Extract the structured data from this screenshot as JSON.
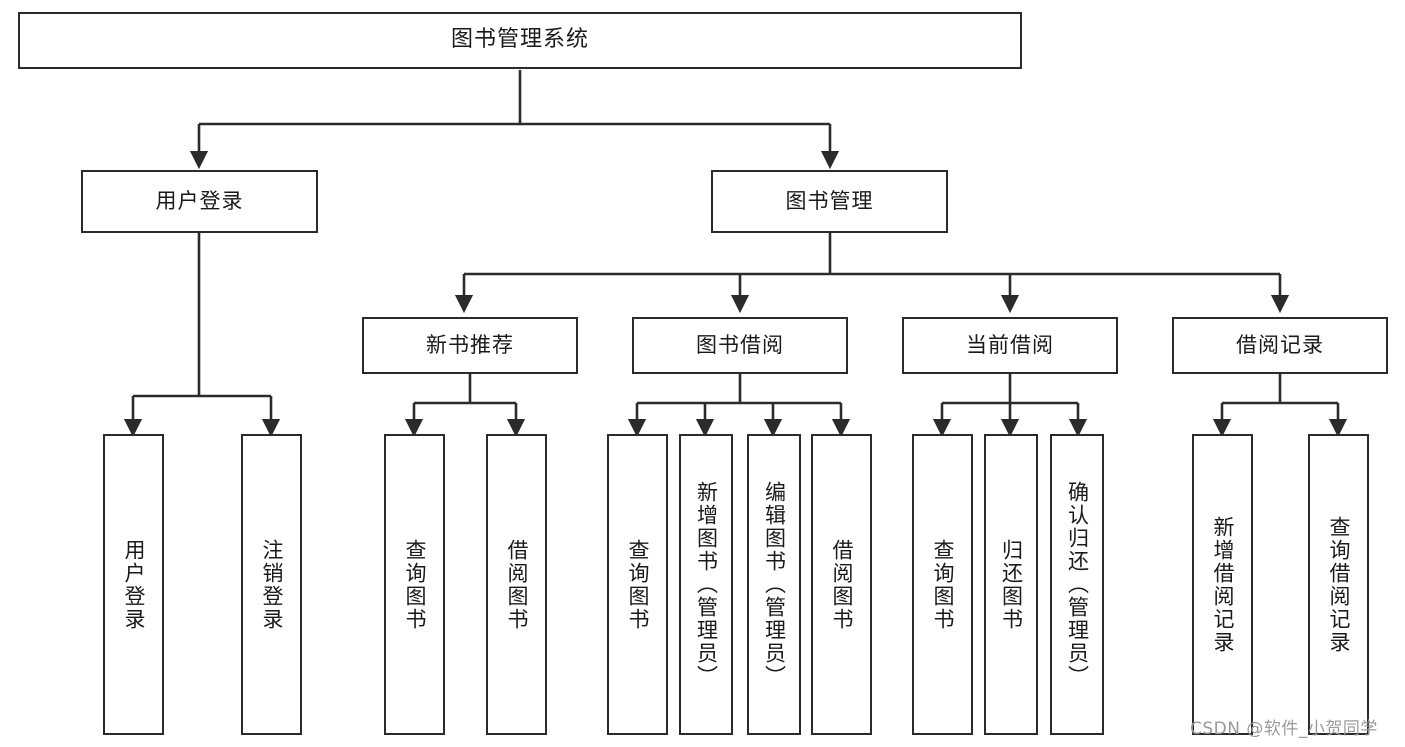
{
  "diagram": {
    "title": "图书管理系统",
    "watermark": "CSDN @软件_小贺同学",
    "accent_color": "#2b2b2b",
    "background_color": "#ffffff",
    "levels": {
      "root": {
        "label": "图书管理系统"
      },
      "level2": [
        {
          "label": "用户登录"
        },
        {
          "label": "图书管理"
        }
      ],
      "level3": [
        {
          "label": "新书推荐"
        },
        {
          "label": "图书借阅"
        },
        {
          "label": "当前借阅"
        },
        {
          "label": "借阅记录"
        }
      ],
      "leaves": {
        "user_login": [
          {
            "label": "用户登录"
          },
          {
            "label": "注销登录"
          }
        ],
        "new_book_recommend": [
          {
            "label": "查询图书"
          },
          {
            "label": "借阅图书"
          }
        ],
        "book_borrow": [
          {
            "label": "查询图书"
          },
          {
            "label": "新增图书（管理员）"
          },
          {
            "label": "编辑图书（管理员）"
          },
          {
            "label": "借阅图书"
          }
        ],
        "current_borrow": [
          {
            "label": "查询图书"
          },
          {
            "label": "归还图书"
          },
          {
            "label": "确认归还（管理员）"
          }
        ],
        "borrow_record": [
          {
            "label": "新增借阅记录"
          },
          {
            "label": "查询借阅记录"
          }
        ]
      }
    }
  }
}
